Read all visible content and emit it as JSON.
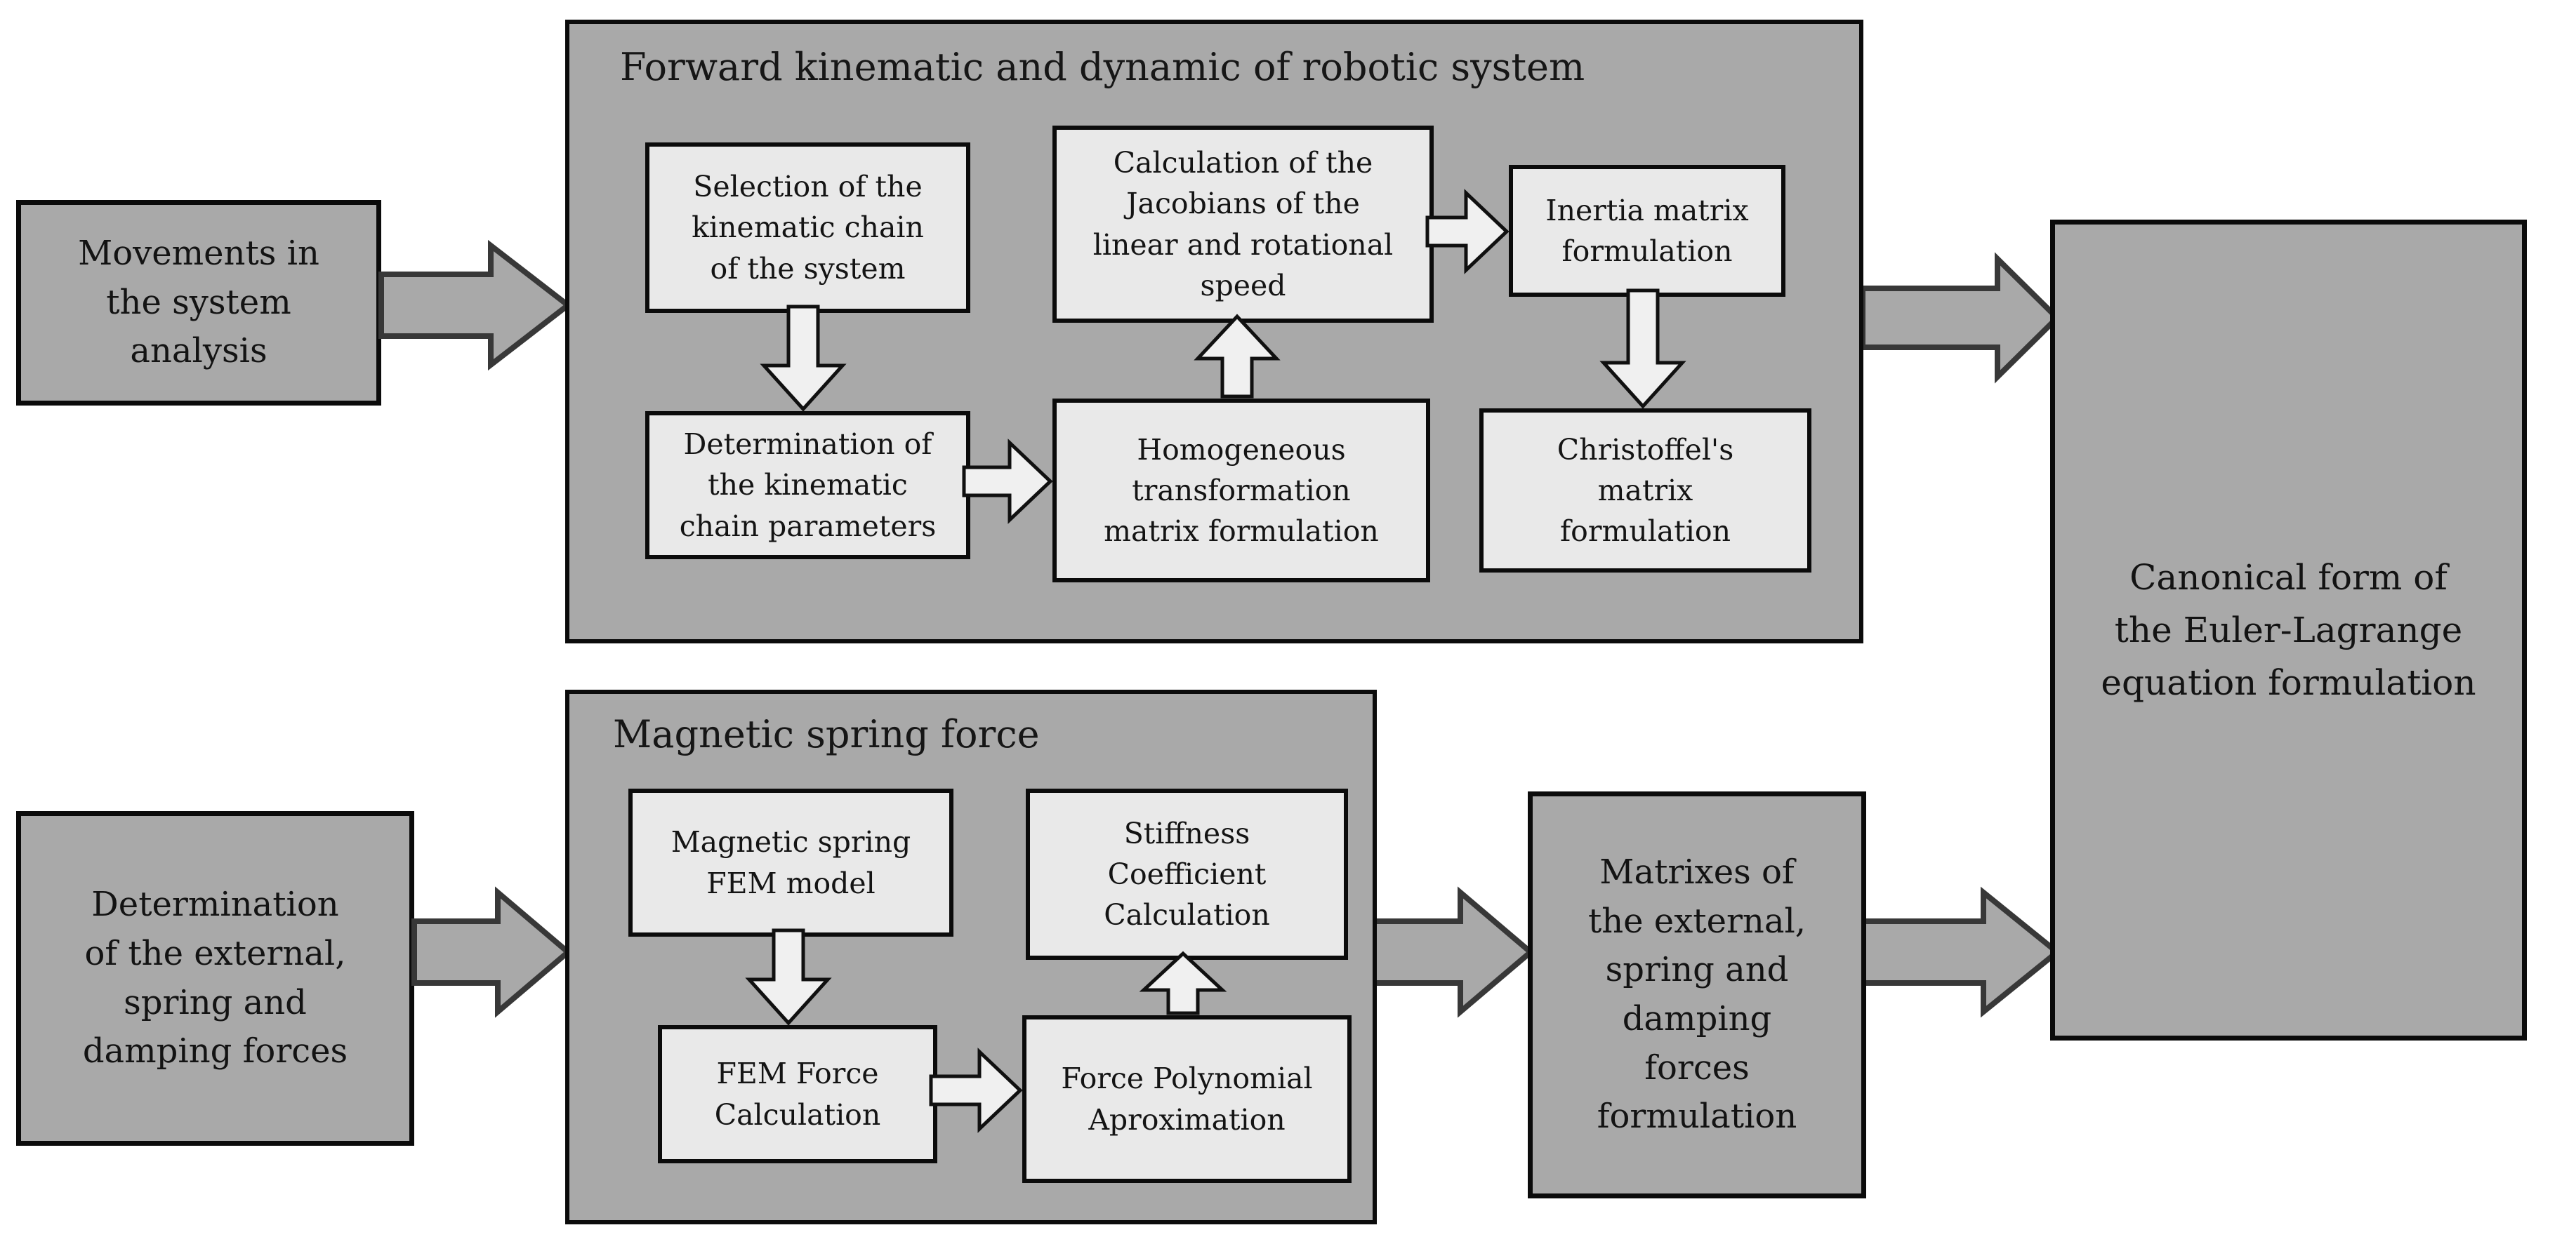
{
  "colors": {
    "background": "#ffffff",
    "container_fill": "#a9a9a9",
    "stage_box_fill": "#a9a9a9",
    "step_box_fill": "#e9e9e9",
    "border": "#0b0b0b",
    "gray_arrow_fill": "#a9a9a9",
    "gray_arrow_outline": "#383838",
    "white_arrow_fill": "#f0f0f0",
    "text": "#131313"
  },
  "boxes": {
    "movements": "Movements in\nthe system\nanalysis",
    "external_forces": "Determination\nof the external,\nspring and\ndamping forces",
    "matrixes": "Matrixes of\nthe external,\nspring and\ndamping\nforces\nformulation",
    "canonical": "Canonical form of\nthe Euler-Lagrange\nequation formulation"
  },
  "forward_kinematics": {
    "title": "Forward kinematic and dynamic of robotic system",
    "steps": {
      "selection": "Selection of the\nkinematic chain\nof the system",
      "jacobians": "Calculation of the\nJacobians of the\nlinear and rotational\nspeed",
      "inertia": "Inertia matrix\nformulation",
      "chain_parameters": "Determination of\nthe kinematic\nchain parameters",
      "homogeneous": "Homogeneous\ntransformation\nmatrix formulation",
      "christoffel": "Christoffel's\nmatrix\nformulation"
    }
  },
  "magnetic_spring": {
    "title": "Magnetic spring force",
    "steps": {
      "fem_model": "Magnetic spring\nFEM model",
      "stiffness": "Stiffness\nCoefficient\nCalculation",
      "fem_force": "FEM Force\nCalculation",
      "polynomial": "Force Polynomial\nAproximation"
    }
  },
  "flows": [
    "movements -> forward_kinematics",
    "selection -> chain_parameters",
    "chain_parameters -> homogeneous",
    "homogeneous -> jacobians",
    "jacobians -> inertia",
    "inertia -> christoffel",
    "forward_kinematics -> canonical",
    "external_forces -> magnetic_spring",
    "fem_model -> fem_force",
    "fem_force -> polynomial",
    "polynomial -> stiffness",
    "magnetic_spring -> matrixes",
    "matrixes -> canonical"
  ]
}
